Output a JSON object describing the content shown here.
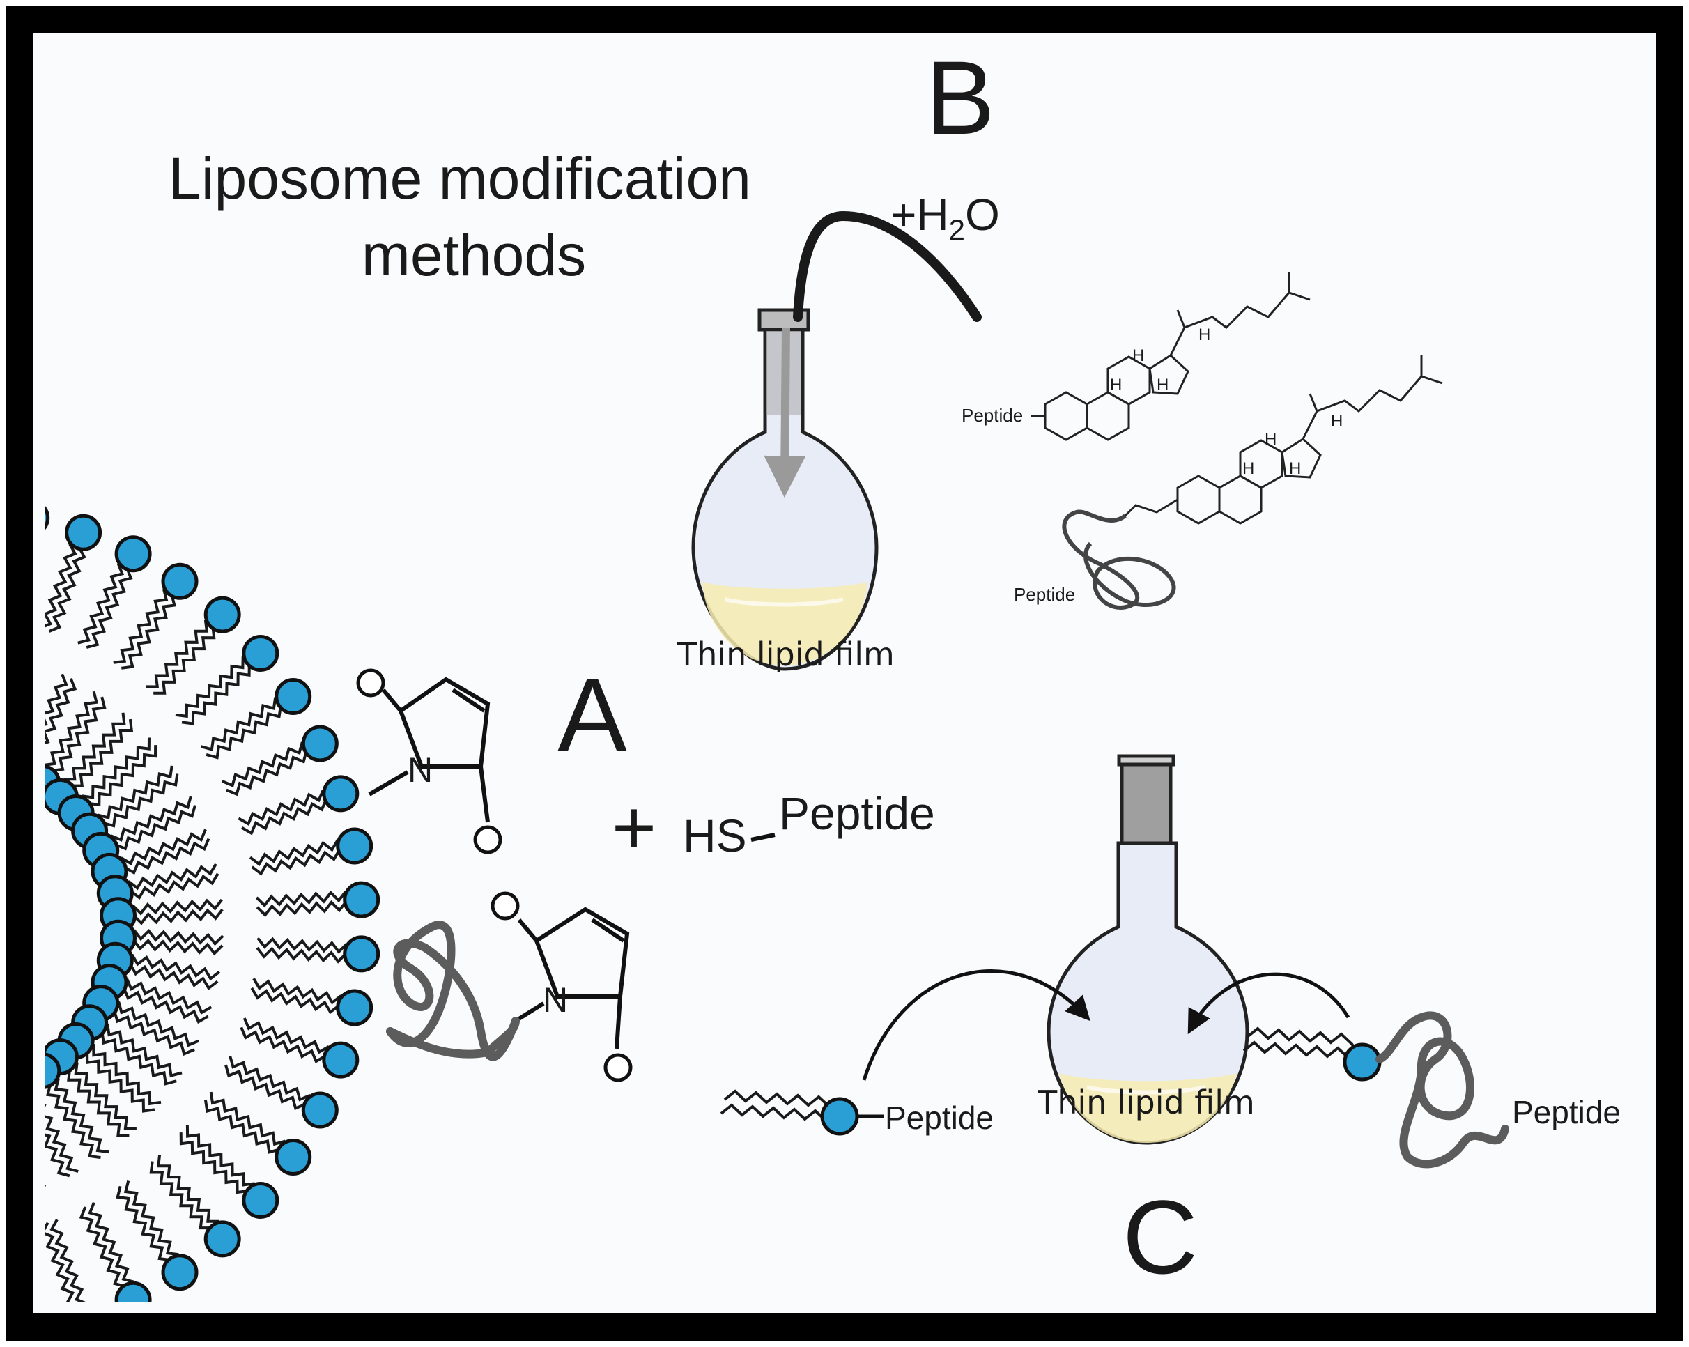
{
  "figure": {
    "title_line1": "Liposome modification",
    "title_line2": "methods",
    "panel_a": "A",
    "panel_b": "B",
    "panel_c": "C",
    "hs_prefix": "HS",
    "peptide": "Peptide",
    "water": "+H",
    "water_sub": "2",
    "water_o": "O",
    "film_label": "Thin lipid film",
    "atom_o": "O",
    "atom_n": "N",
    "atom_h": "H"
  },
  "colors": {
    "head_blue": "#2a9fd6",
    "lipid_film": "#f7ecb0",
    "flask_fill": "#e8ecf7",
    "frame": "#000000",
    "peptide_gray": "#5c5c5c"
  }
}
